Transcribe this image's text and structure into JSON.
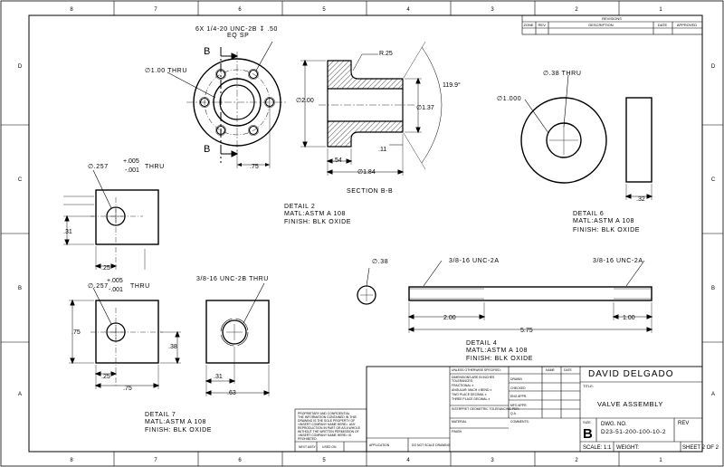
{
  "border": {
    "columns_top": [
      "8",
      "7",
      "6",
      "5",
      "4",
      "3",
      "2",
      "1"
    ],
    "columns_bottom": [
      "8",
      "7",
      "6",
      "5",
      "4",
      "3",
      "2",
      "1"
    ],
    "rows_left": [
      "D",
      "C",
      "B",
      "A"
    ],
    "rows_right": [
      "D",
      "C",
      "B",
      "A"
    ]
  },
  "revisions": {
    "title": "REVISIONS",
    "col_zone": "ZONE",
    "col_rev": "REV.",
    "col_description": "DESCRIPTION",
    "col_date": "DATE",
    "col_approved": "APPROVED"
  },
  "detail_1": {
    "callout_line1": "6X 1/4-20 UNC-2B ↧ .50",
    "callout_line2": "EQ SP",
    "bore_dia": "∅1.00 THRU",
    "section_letter_top": "B",
    "section_letter_bottom": "B",
    "dim_offset": ".75"
  },
  "section_bb": {
    "radius": "R.25",
    "dia_outer": "∅2.00",
    "dia_bore": "∅1.37",
    "chamfer": ".11",
    "flange_thk": ".54",
    "dia_length": "∅1.84",
    "angle": "119.9°",
    "label": "SECTION B-B"
  },
  "detail_6": {
    "dia_hole": "∅.38 THRU",
    "dia_outer": "∅1.000",
    "thickness": ".32",
    "title": "DETAIL 6",
    "material": "MATL:ASTM A 108",
    "finish": "FINISH: BLK OXIDE"
  },
  "detail_2": {
    "dia_hole": "∅.257",
    "tol_plus": "+.005",
    "tol_minus": "-.001",
    "thru": "THRU",
    "dim_height": ".31",
    "dim_width": ".25",
    "title": "DETAIL 2",
    "material": "MATL:ASTM A 108",
    "finish": "FINISH: BLK OXIDE"
  },
  "detail_3": {
    "dia": "∅.38"
  },
  "detail_4": {
    "thread_left": "3/8-16 UNC-2A",
    "thread_right": "3/8-16 UNC-2A",
    "dim_left": "2.00",
    "dim_right": "1.00",
    "dim_total": "5.75",
    "title": "DETAIL 4",
    "material": "MATL:ASTM A 108",
    "finish": "FINISH: BLK OXIDE"
  },
  "detail_7": {
    "dia_hole": "∅.257",
    "tol_plus": "+.005",
    "tol_minus": "-.001",
    "thru": "THRU",
    "tapped_hole": "3/8-16 UNC-2B THRU",
    "dim_height": ".75",
    "dim_hole_w": ".25",
    "dim_width": ".75",
    "dim_hole_h": ".38",
    "dim_tap_w": ".31",
    "dim_tap_total": ".63",
    "title": "DETAIL 7",
    "material": "MATL:ASTM A 108",
    "finish": "FINISH: BLK OXIDE"
  },
  "title_block": {
    "company": "DAVID DELGADO",
    "title_label": "TITLE:",
    "drawing_title": "VALVE ASSEMBLY",
    "size_label": "SIZE",
    "size": "B",
    "dwg_no_label": "DWG. NO.",
    "dwg_no": "D23-51-200-100-10-2",
    "rev_label": "REV",
    "scale": "SCALE: 1:1",
    "weight": "WEIGHT:",
    "sheet": "SHEET 2 OF 2",
    "col_name": "NAME",
    "col_date": "DATE",
    "row_drawn": "DRAWN",
    "row_checked": "CHECKED",
    "row_eng_appr": "ENG APPR.",
    "row_mfg_appr": "MFG APPR.",
    "row_qa": "Q.A.",
    "row_comments": "COMMENTS:",
    "tolerance_header": "UNLESS OTHERWISE SPECIFIED:",
    "tolerance_lines": [
      "DIMENSIONS ARE IN INCHES",
      "TOLERANCES:",
      "FRACTIONAL ±",
      "ANGULAR: MACH ±   BEND ±",
      "TWO PLACE DECIMAL  ±",
      "THREE PLACE DECIMAL ±"
    ],
    "interpret": "INTERPRET GEOMETRIC TOLERANCING PER:",
    "material_label": "MATERIAL",
    "finish_label": "FINISH",
    "next_assy": "NEXT ASSY",
    "used_on": "USED ON",
    "application": "APPLICATION",
    "proprietary_title": "PROPRIETARY AND CONFIDENTIAL",
    "proprietary_lines": [
      "THE INFORMATION CONTAINED IN THIS",
      "DRAWING IS THE SOLE PROPERTY OF",
      "<INSERT COMPANY NAME HERE>. ANY",
      "REPRODUCTION IN PART OR AS A WHOLE",
      "WITHOUT THE WRITTEN PERMISSION OF",
      "<INSERT COMPANY NAME HERE> IS",
      "PROHIBITED."
    ],
    "do_not_scale": "DO NOT SCALE DRAWING"
  }
}
